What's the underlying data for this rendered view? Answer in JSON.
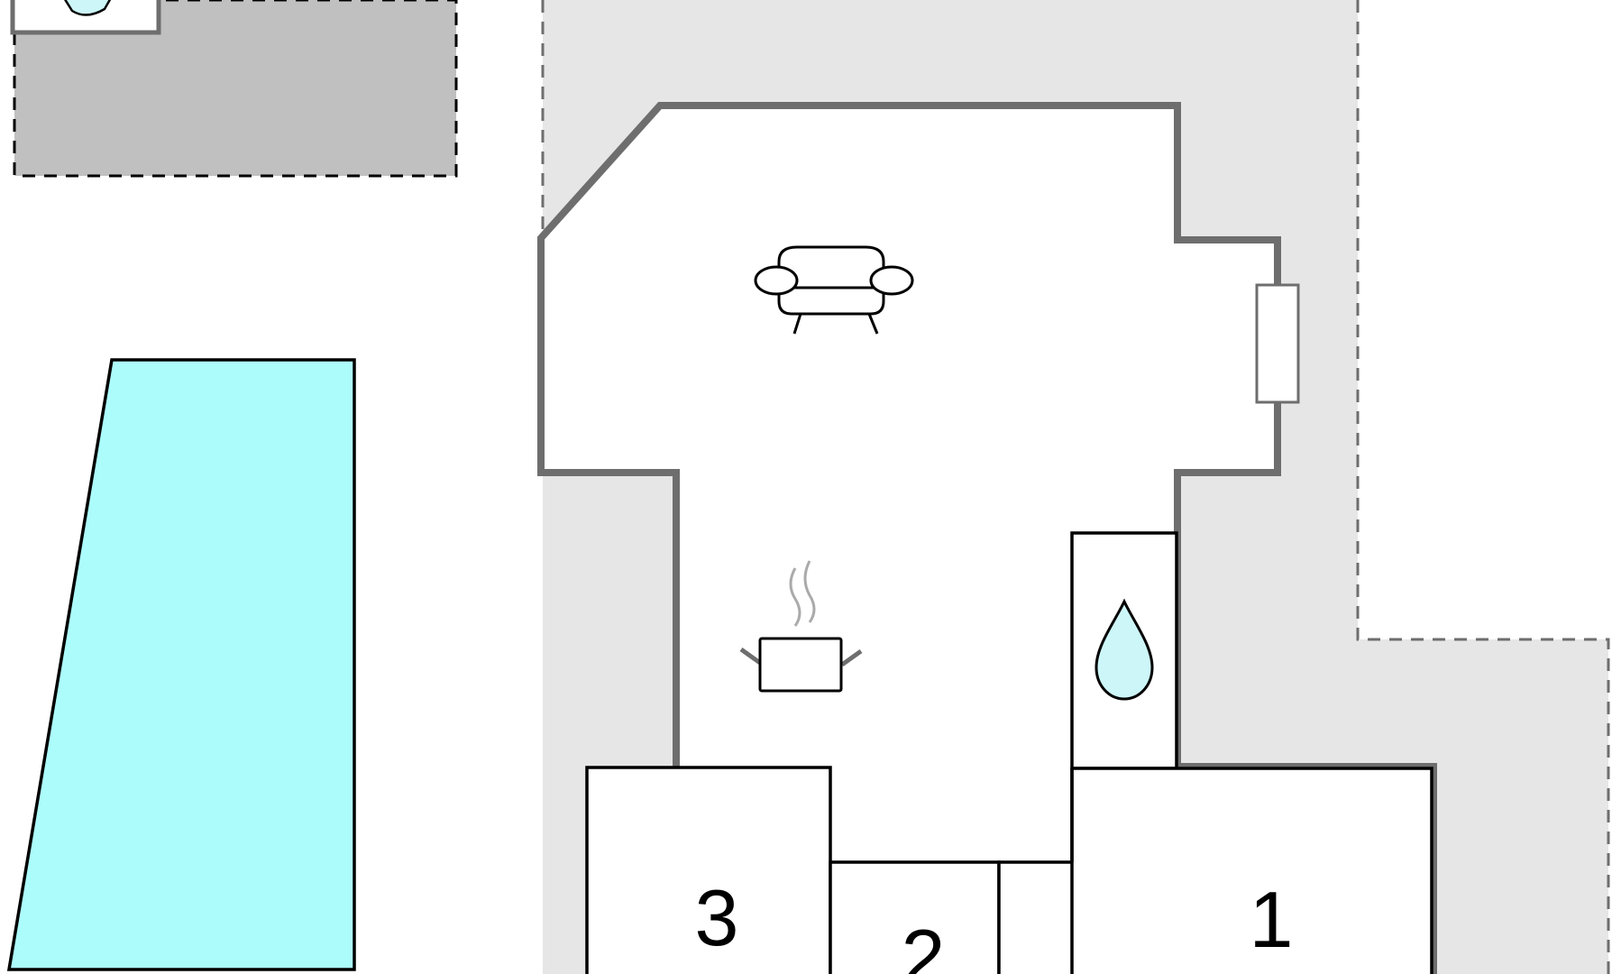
{
  "floor_plan": {
    "rooms": [
      {
        "id": "bedroom-1",
        "number": "1"
      },
      {
        "id": "bedroom-2",
        "number": "2"
      },
      {
        "id": "bedroom-3",
        "number": "3"
      }
    ],
    "icons": [
      "sofa-icon",
      "cooking-pot-icon",
      "water-drop-icon",
      "water-drop-icon"
    ],
    "colors": {
      "terrace": "#e6e6e6",
      "carport": "#c0c0c0",
      "pool": "#adfcfc",
      "interior_wall": "#6e6e6e",
      "room_outline": "#000000",
      "water_drop": "#cdf6f8"
    }
  }
}
